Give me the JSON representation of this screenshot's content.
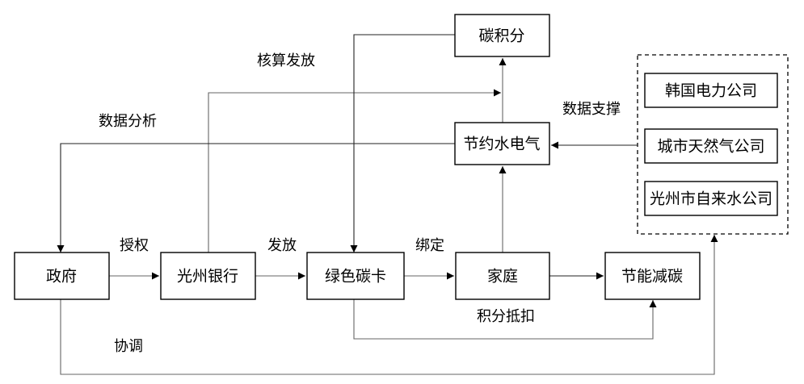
{
  "nodes": {
    "carbon_points": "碳积分",
    "save_utilities": "节约水电气",
    "government": "政府",
    "bank": "光州银行",
    "green_card": "绿色碳卡",
    "household": "家庭",
    "energy_saving": "节能减碳",
    "korea_power": "韩国电力公司",
    "city_gas": "城市天然气公司",
    "gwangju_water": "光州市自来水公司"
  },
  "edges": {
    "verify_issue": "核算发放",
    "data_analysis": "数据分析",
    "data_support": "数据支撑",
    "authorize": "授权",
    "issue": "发放",
    "bind": "绑定",
    "points_deduct": "积分抵扣",
    "coordinate": "协调"
  }
}
